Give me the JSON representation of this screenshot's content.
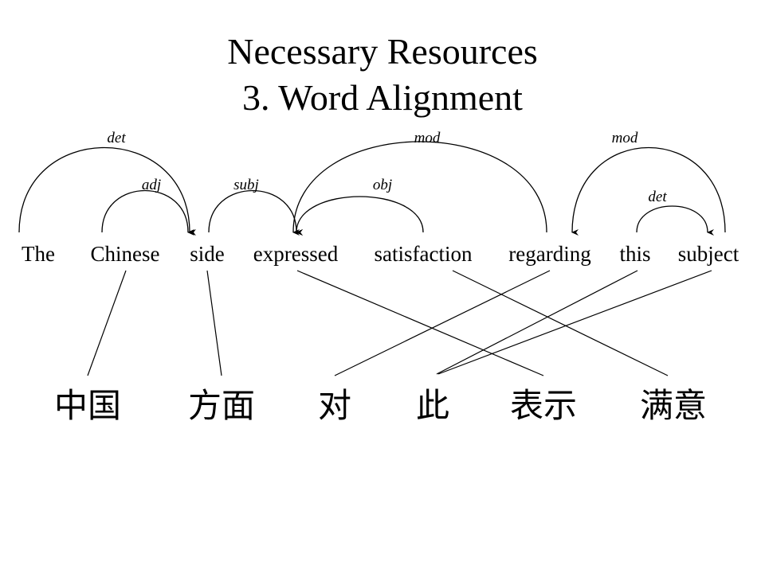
{
  "slide": {
    "title_line1": "Necessary Resources",
    "title_line2": "3. Word Alignment"
  },
  "english_words": [
    "The",
    "Chinese",
    "side",
    "expressed",
    "satisfaction",
    "regarding",
    "this",
    "subject"
  ],
  "chinese_words": [
    "中国",
    "方面",
    "对",
    "此",
    "表示",
    "满意"
  ],
  "dependencies": [
    {
      "label": "det",
      "from": "The",
      "to": "side"
    },
    {
      "label": "adj",
      "from": "Chinese",
      "to": "side"
    },
    {
      "label": "subj",
      "from": "side",
      "to": "expressed"
    },
    {
      "label": "obj",
      "from": "satisfaction",
      "to": "expressed"
    },
    {
      "label": "mod",
      "from": "regarding",
      "to": "expressed"
    },
    {
      "label": "mod",
      "from": "subject",
      "to": "regarding"
    },
    {
      "label": "det",
      "from": "this",
      "to": "subject"
    }
  ],
  "alignments": [
    {
      "en": "Chinese",
      "zh": "中国"
    },
    {
      "en": "side",
      "zh": "方面"
    },
    {
      "en": "expressed",
      "zh": "表示"
    },
    {
      "en": "satisfaction",
      "zh": "满意"
    },
    {
      "en": "regarding",
      "zh": "对"
    },
    {
      "en": "this",
      "zh": "此"
    },
    {
      "en": "subject",
      "zh": "此"
    }
  ]
}
